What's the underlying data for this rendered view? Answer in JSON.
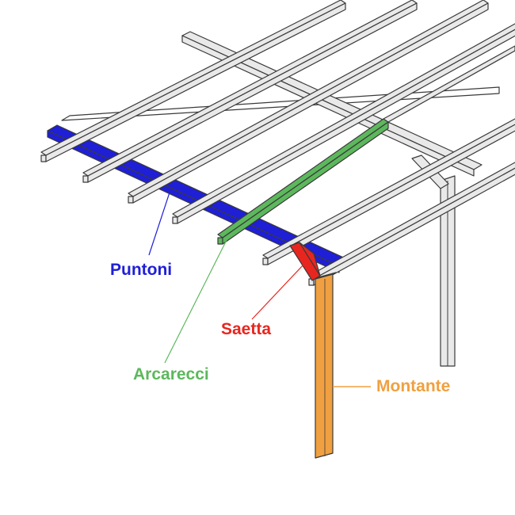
{
  "labels": {
    "puntoni": {
      "text": "Puntoni",
      "color": "#1f1fd6"
    },
    "arcarecci": {
      "text": "Arcarecci",
      "color": "#5cb85c"
    },
    "saetta": {
      "text": "Saetta",
      "color": "#e8261f"
    },
    "montante": {
      "text": "Montante",
      "color": "#f0a040"
    }
  },
  "structure_color": "#e9e9e9",
  "outline_color": "#3a3a3a"
}
